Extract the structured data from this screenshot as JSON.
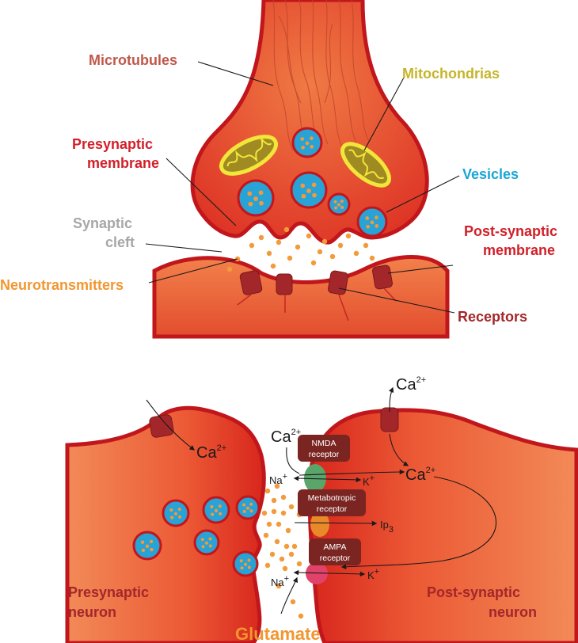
{
  "colors": {
    "dark_red": "#c0161c",
    "neuron_red": "#e2382a",
    "neuron_orange": "#f2713f",
    "label_brown": "#c0584a",
    "label_red": "#d2202a",
    "label_olive": "#c7b42a",
    "label_blue": "#1aa6d6",
    "label_gray": "#a7a7a7",
    "label_orange": "#f2962f",
    "label_dark": "#a3262a",
    "vesicle_blue": "#29a2d6",
    "neurotransmitter": "#f39a3a",
    "mito_yellow": "#f2e63a",
    "receptor_box": "#7a2521",
    "nmda_green": "#5aa56a",
    "metabotropic_orange": "#e88a2a",
    "ampa_pink": "#e0426a"
  },
  "top_diagram": {
    "labels": {
      "microtubules": "Microtubules",
      "mitochondrias": "Mitochondrias",
      "presynaptic_line1": "Presynaptic",
      "presynaptic_line2": "membrane",
      "vesicles": "Vesicles",
      "synaptic_line1": "Synaptic",
      "synaptic_line2": "cleft",
      "postsynaptic_line1": "Post-synaptic",
      "postsynaptic_line2": "membrane",
      "neurotransmitters": "Neurotransmitters",
      "receptors": "Receptors"
    }
  },
  "bottom_diagram": {
    "ions": {
      "ca": "Ca",
      "ca_charge": "2+",
      "na": "Na",
      "na_charge": "+",
      "k": "K",
      "k_charge": "+",
      "ip": "Ip",
      "ip_sub": "3"
    },
    "receptors": {
      "nmda_line1": "NMDA",
      "nmda_line2": "receptor",
      "metabotropic_line1": "Metabotropic",
      "metabotropic_line2": "receptor",
      "ampa_line1": "AMPA",
      "ampa_line2": "receptor"
    },
    "labels": {
      "presynaptic_line1": "Presynaptic",
      "presynaptic_line2": "neuron",
      "postsynaptic_line1": "Post-synaptic",
      "postsynaptic_line2": "neuron",
      "glutamate": "Glutamate"
    }
  }
}
